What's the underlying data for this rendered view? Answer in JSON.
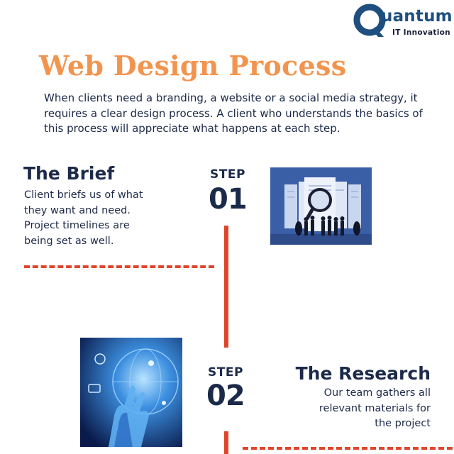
{
  "logo": {
    "wordmark": "uantum",
    "subtitle": "IT Innovation",
    "icon": "q-letter-icon",
    "brand_color": "#1e4f7f"
  },
  "title": "Web Design Process",
  "intro": "When clients need a branding, a website or a social media strategy, it requires a clear design process. A client who understands the basics of this process will appreciate what happens at each step.",
  "steps": [
    {
      "label": "STEP",
      "number": "01",
      "heading": "The Brief",
      "lines": [
        "Client briefs us of what",
        "they want and need.",
        "Project timelines are",
        "being set as well."
      ]
    },
    {
      "label": "STEP",
      "number": "02",
      "heading": "The Research",
      "lines": [
        "Our team gathers all",
        "relevant materials for",
        "the project"
      ]
    }
  ],
  "colors": {
    "title_accent": "#f3944e",
    "text_dark": "#1c2a4a",
    "connector": "#e0452b"
  }
}
